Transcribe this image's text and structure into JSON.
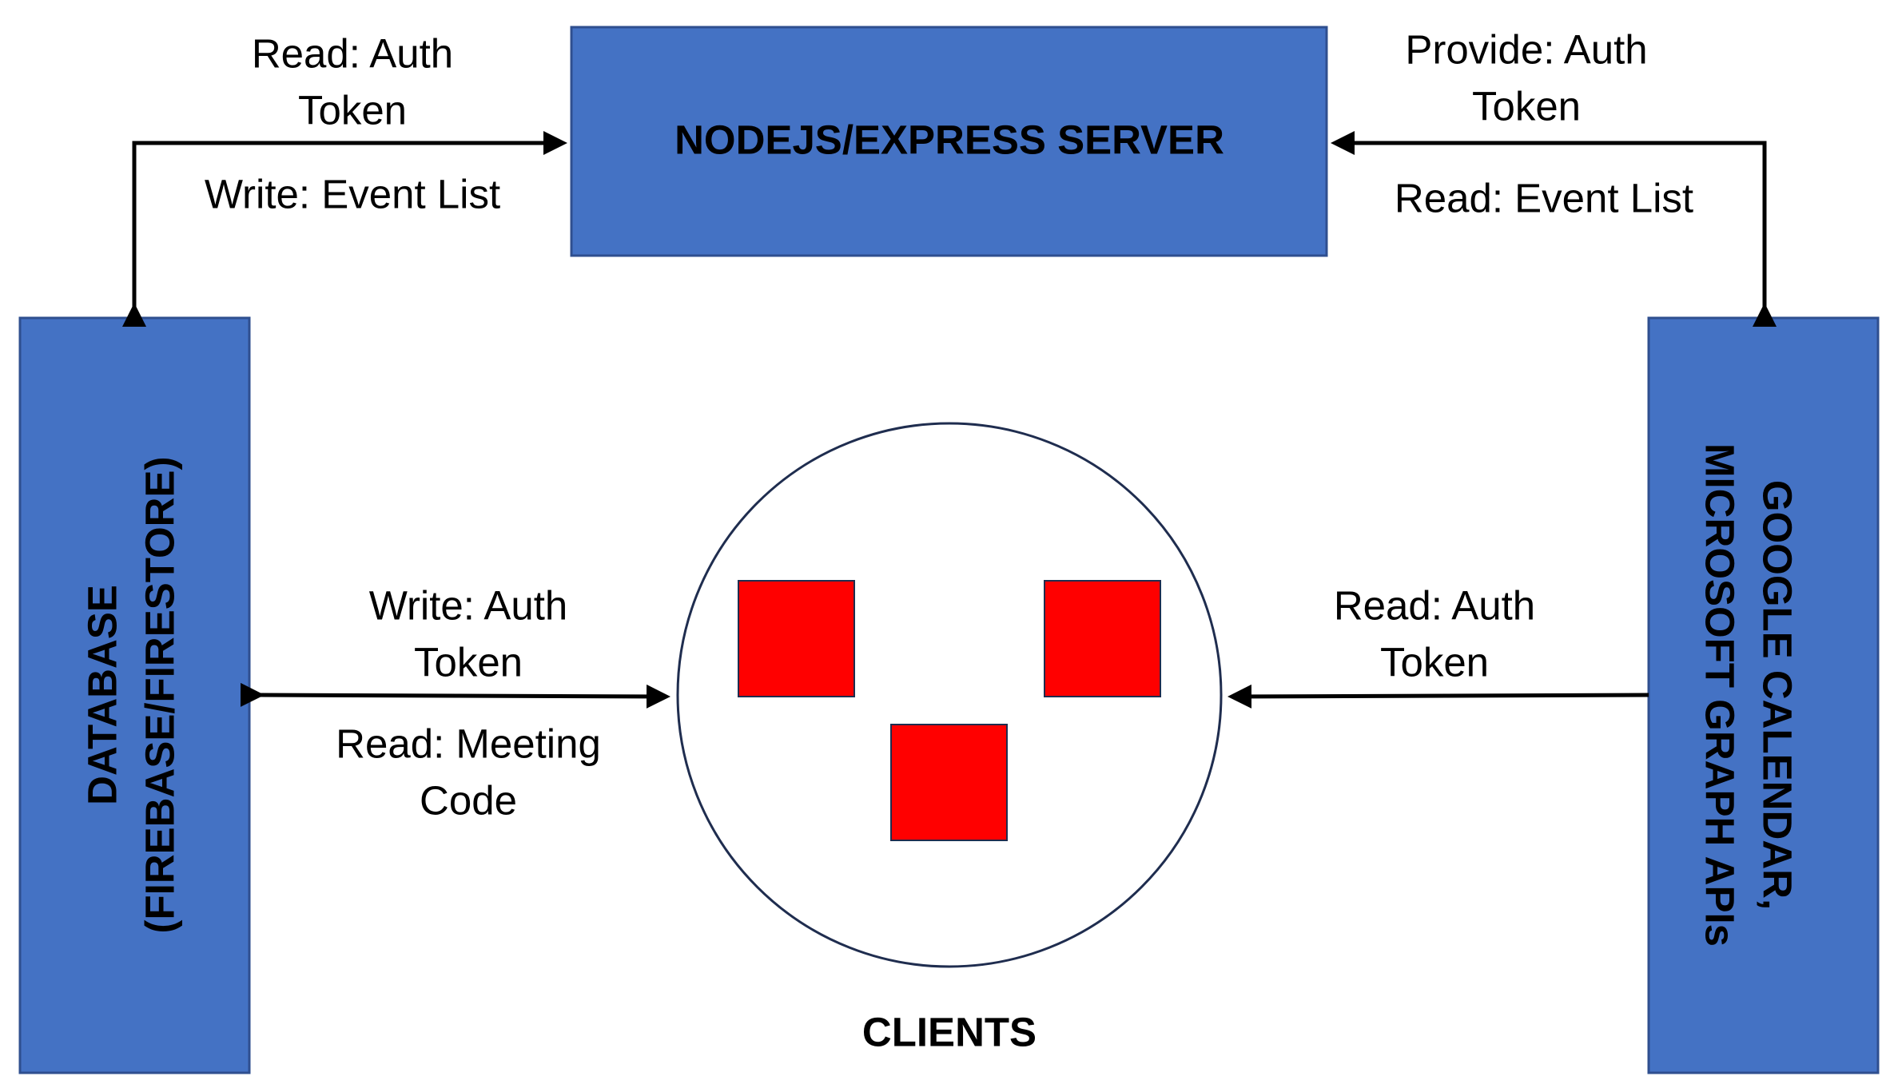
{
  "colors": {
    "box_fill": "#4472c4",
    "client_fill": "#ff0000",
    "circle_stroke": "#1f2d4f"
  },
  "nodes": {
    "server": {
      "label": "NODEJS/EXPRESS SERVER"
    },
    "database": {
      "label_line1": "DATABASE",
      "label_line2": "(FIREBASE/FIRESTORE)"
    },
    "apis": {
      "label_line1": "GOOGLE CALENDAR,",
      "label_line2": "MICROSOFT GRAPH APIs"
    },
    "clients": {
      "label": "CLIENTS"
    }
  },
  "edges": {
    "server_database": {
      "label_a_line1": "Read: Auth",
      "label_a_line2": "Token",
      "label_b": "Write: Event List"
    },
    "server_apis": {
      "label_a_line1": "Provide: Auth",
      "label_a_line2": "Token",
      "label_b": "Read: Event List"
    },
    "database_clients": {
      "label_a_line1": "Write: Auth",
      "label_a_line2": "Token",
      "label_b_line1": "Read: Meeting",
      "label_b_line2": "Code"
    },
    "apis_clients": {
      "label_a_line1": "Read: Auth",
      "label_a_line2": "Token"
    }
  }
}
